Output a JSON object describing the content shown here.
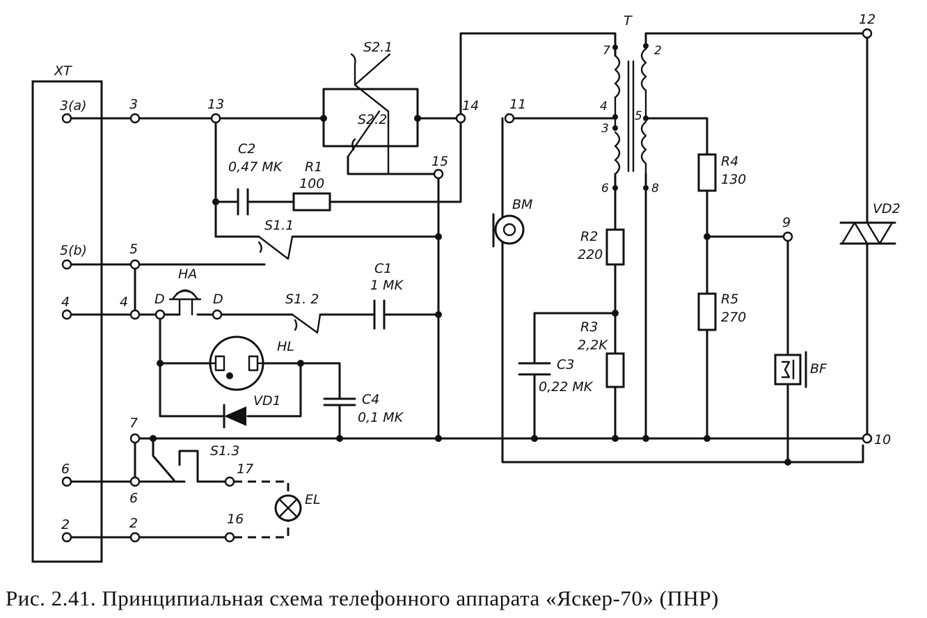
{
  "labels": {
    "xt": "XT",
    "pin_3a": "3(a)",
    "pin_5b": "5(b)",
    "pin_4": "4",
    "pin_6": "6",
    "pin_2": "2",
    "n3": "3",
    "n5": "5",
    "n4": "4",
    "n7": "7",
    "n6": "6",
    "n2": "2",
    "n13": "13",
    "n14": "14",
    "n15": "15",
    "n11": "11",
    "n12": "12",
    "n9": "9",
    "n10": "10",
    "n16": "16",
    "n17": "17",
    "s21": "S2.1",
    "s22": "S2.2",
    "c2": "C2",
    "c2_val": "0,47 MK",
    "r1": "R1",
    "r1_val": "100",
    "s11": "S1.1",
    "ha": "HA",
    "d_left": "D",
    "d_right": "D",
    "s12": "S1. 2",
    "c1": "C1",
    "c1_val": "1 MK",
    "hl": "HL",
    "vd1": "VD1",
    "c4": "C4",
    "c4_val": "0,1 MK",
    "s13": "S1.3",
    "el": "EL",
    "t": "T",
    "t7": "7",
    "t4": "4",
    "t3": "3",
    "t6": "6",
    "t2": "2",
    "t5": "5",
    "t8": "8",
    "bm": "BM",
    "r2": "R2",
    "r2_val": "220",
    "r3": "R3",
    "r3_val": "2,2K",
    "c3": "C3",
    "c3_val": "0,22 MK",
    "r4": "R4",
    "r4_val": "130",
    "r5": "R5",
    "r5_val": "270",
    "bf": "BF",
    "vd2": "VD2"
  },
  "caption": "Рис. 2.41. Принципиальная схема телефонного аппарата «Яскер-70» (ПНР)"
}
